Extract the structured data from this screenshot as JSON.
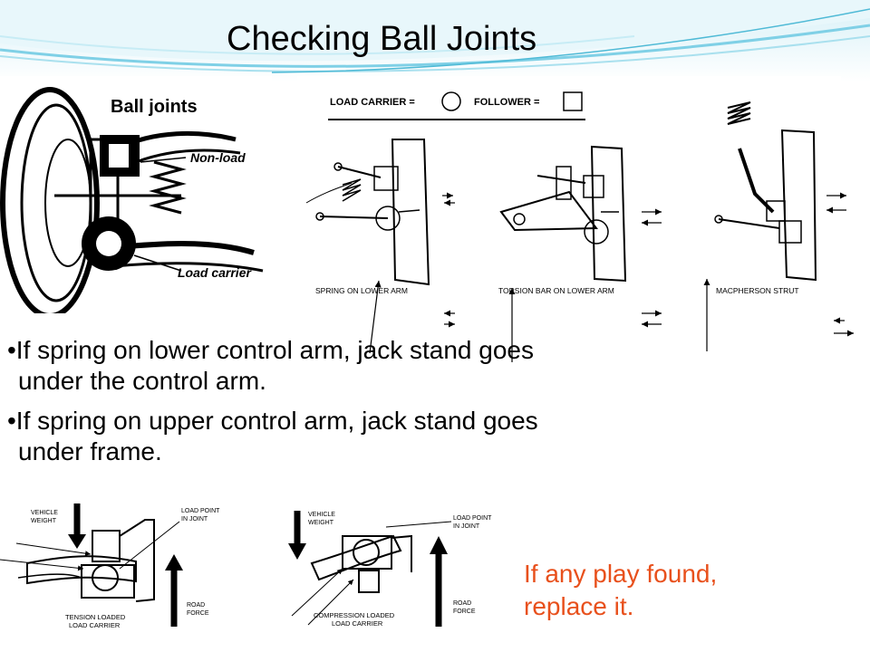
{
  "title": "Checking Ball Joints",
  "left_diagram": {
    "heading": "Ball joints",
    "label_upper": "Non-load",
    "label_lower": "Load carrier"
  },
  "legend": {
    "carrier": "LOAD CARRIER =",
    "follower": "FOLLOWER ="
  },
  "captions": [
    "SPRING ON LOWER ARM",
    "TORSION BAR ON LOWER ARM",
    "MACPHERSON STRUT"
  ],
  "bullets": [
    {
      "first": "•If spring on lower control arm, jack stand goes",
      "rest": "under the control arm."
    },
    {
      "first": "•If spring on upper control arm, jack stand goes",
      "rest": "under frame."
    }
  ],
  "bottom_left": {
    "vehicle": [
      "VEHICLE",
      "WEIGHT"
    ],
    "load_point": [
      "LOAD POINT",
      "IN JOINT"
    ],
    "road": [
      "ROAD",
      "FORCE"
    ],
    "caption": [
      "TENSION LOADED",
      "LOAD CARRIER"
    ]
  },
  "bottom_right": {
    "vehicle": [
      "VEHICLE",
      "WEIGHT"
    ],
    "load_point": [
      "LOAD POINT",
      "IN JOINT"
    ],
    "road": [
      "ROAD",
      "FORCE"
    ],
    "caption": [
      "COMPRESSION LOADED",
      "LOAD CARRIER"
    ]
  },
  "note": [
    "If any play found,",
    "replace it."
  ],
  "colors": {
    "title": "#000000",
    "note": "#e8501c",
    "header_wave": "#7fd0e6"
  }
}
